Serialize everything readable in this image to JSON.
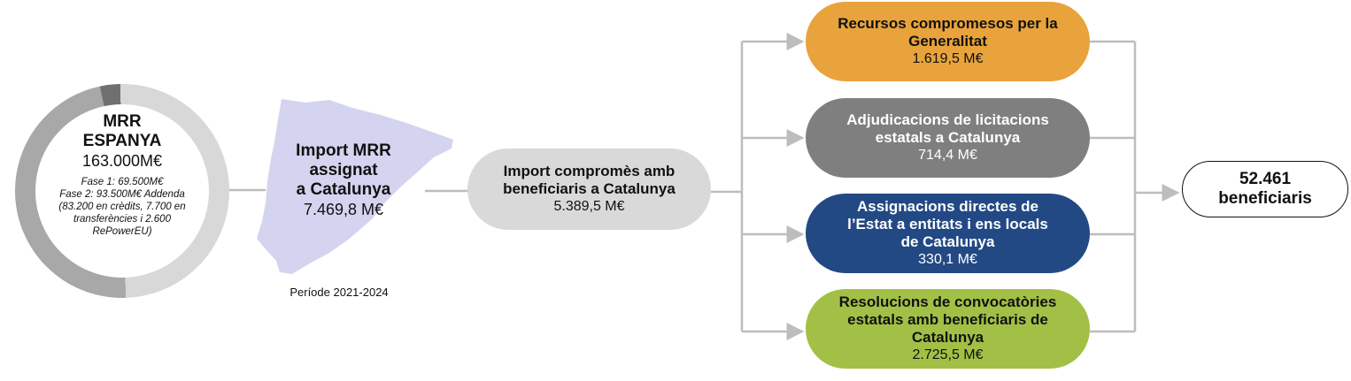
{
  "mrr_espanya": {
    "title_line1": "MRR",
    "title_line2": "ESPANYA",
    "amount": "163.000M€",
    "note_line1": "Fase 1: 69.500M€",
    "note_line2": "Fase 2: 93.500M€ Addenda",
    "note_line3": "(83.200 en crèdits, 7.700 en",
    "note_line4": "transferències i 2.600",
    "note_line5": "RePowerEU)",
    "colors": {
      "light": "#d8d8d8",
      "mid": "#a8a8a8",
      "dark": "#6f6f6f"
    }
  },
  "catalunya": {
    "title_line1": "Import MRR",
    "title_line2": "assignat",
    "title_line3": "a Catalunya",
    "amount": "7.469,8 M€",
    "period": "Període 2021-2024",
    "map_color": "#d4d4f0"
  },
  "committed": {
    "title_line1": "Import compromès amb",
    "title_line2": "beneficiaris a Catalunya",
    "amount": "5.389,5 M€"
  },
  "branches": [
    {
      "title_line1": "Recursos compromesos per la",
      "title_line2": "Generalitat",
      "amount": "1.619,5 M€",
      "color": "#e9a33c"
    },
    {
      "title_line1": "Adjudicacions de licitacions",
      "title_line2": "estatals a Catalunya",
      "amount": "714,4 M€",
      "color": "#7f7f7f"
    },
    {
      "title_line1": "Assignacions directes de",
      "title_line2": "l’Estat a entitats i ens locals",
      "title_line3": "de Catalunya",
      "amount": "330,1 M€",
      "color": "#234984"
    },
    {
      "title_line1": "Resolucions de convocatòries",
      "title_line2": "estatals amb beneficiaris de",
      "title_line3": "Catalunya",
      "amount": "2.725,5 M€",
      "color": "#a2c046"
    }
  ],
  "result": {
    "count": "52.461",
    "label": "beneficiaris"
  }
}
